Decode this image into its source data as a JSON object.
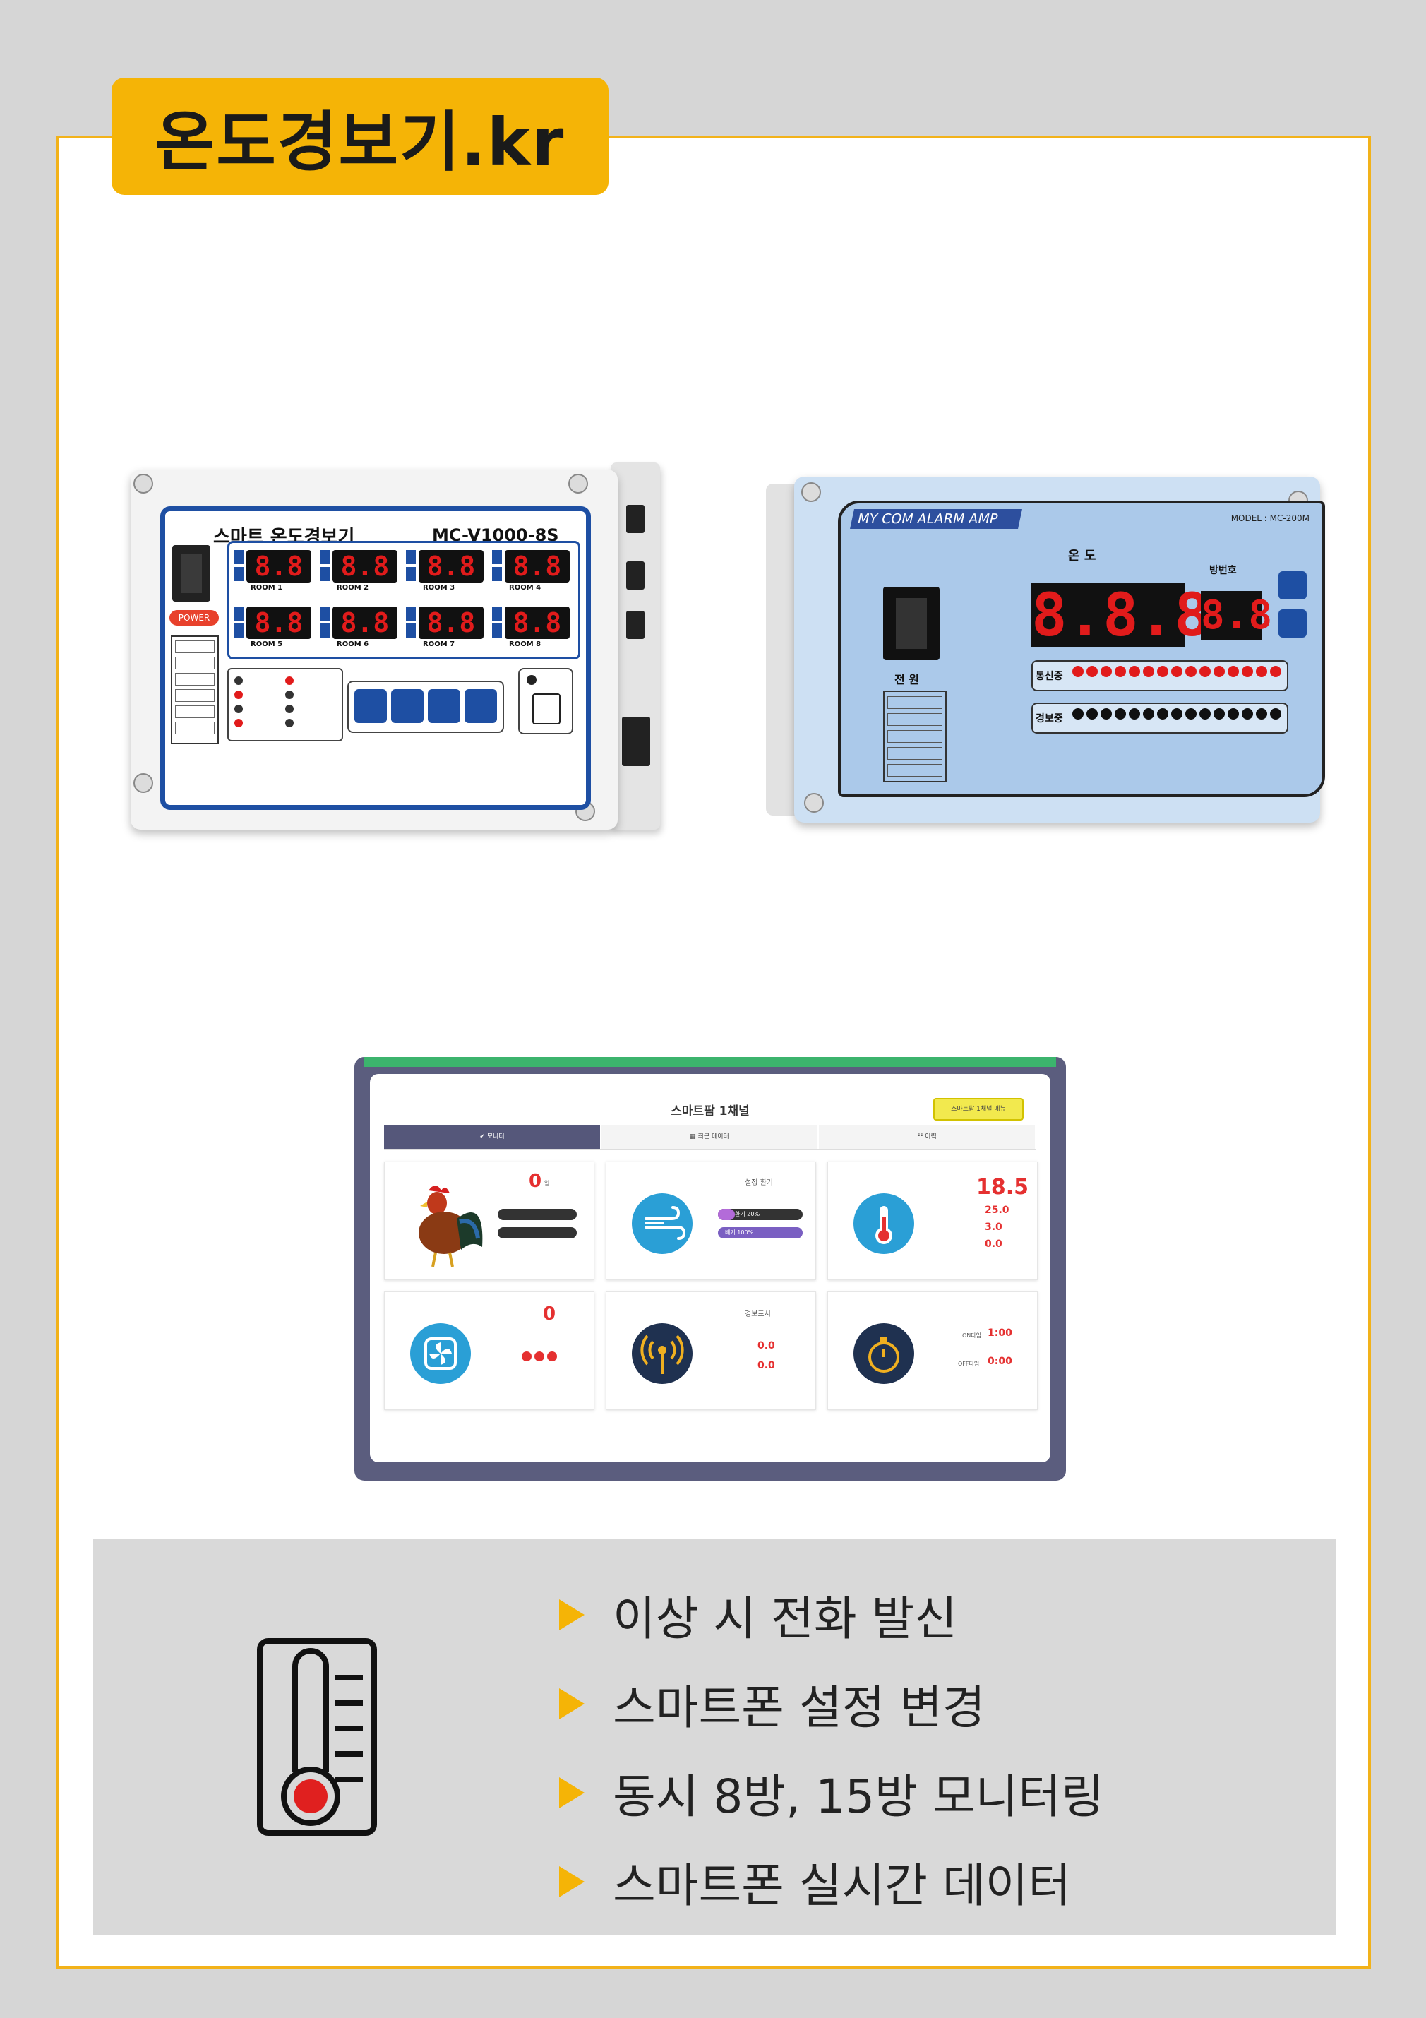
{
  "title": "온도경보기.kr",
  "device1": {
    "name": "스마트 온도경보기",
    "model": "MC-V1000-8S",
    "power_label": "POWER",
    "displays": [
      {
        "value": "8.8",
        "room": "ROOM 1"
      },
      {
        "value": "8.8",
        "room": "ROOM 2"
      },
      {
        "value": "8.8",
        "room": "ROOM 3"
      },
      {
        "value": "8.8",
        "room": "ROOM 4"
      },
      {
        "value": "8.8",
        "room": "ROOM 5"
      },
      {
        "value": "8.8",
        "room": "ROOM 6"
      },
      {
        "value": "8.8",
        "room": "ROOM 7"
      },
      {
        "value": "8.8",
        "room": "ROOM 8"
      }
    ]
  },
  "device2": {
    "tag": "MY COM ALARM AMP",
    "model": "MODEL : MC-200M",
    "temp_label": "온 도",
    "room_label": "방번호",
    "main_value": "8.8.8",
    "room_value": "8.8",
    "power_label": "전 원",
    "row1_label": "통신중",
    "row2_label": "경보중"
  },
  "tablet": {
    "title": "스마트팜 1채널",
    "button": "스마트팜 1채널 메뉴",
    "tabs": [
      "✔ 모니터",
      "▦ 최근 데이터",
      "☷ 이력"
    ],
    "card1": {
      "value": "0",
      "unit": "일"
    },
    "card2": {
      "title": "설정 환기",
      "pill1": "환기 20%",
      "pill2": "배기 100%"
    },
    "card3": {
      "main": "18.5",
      "v1": "25.0",
      "v2": "3.0",
      "v3": "0.0"
    },
    "card4": {
      "value": "0"
    },
    "card5": {
      "title": "경보표시",
      "v1": "0.0",
      "v2": "0.0"
    },
    "card6": {
      "on": "1:00",
      "off": "0:00",
      "on_label": "ON타임",
      "off_label": "OFF타임"
    }
  },
  "features": [
    "이상 시 전화 발신",
    "스마트폰 설정 변경",
    "동시 8방, 15방 모니터링",
    "스마트폰 실시간 데이터"
  ],
  "colors": {
    "accent": "#f5b406",
    "device1_blue": "#1e4fa3",
    "device2_panel": "#abc9ea",
    "segment_red": "#e11b1b",
    "tablet_frame": "#5b5d7e"
  }
}
